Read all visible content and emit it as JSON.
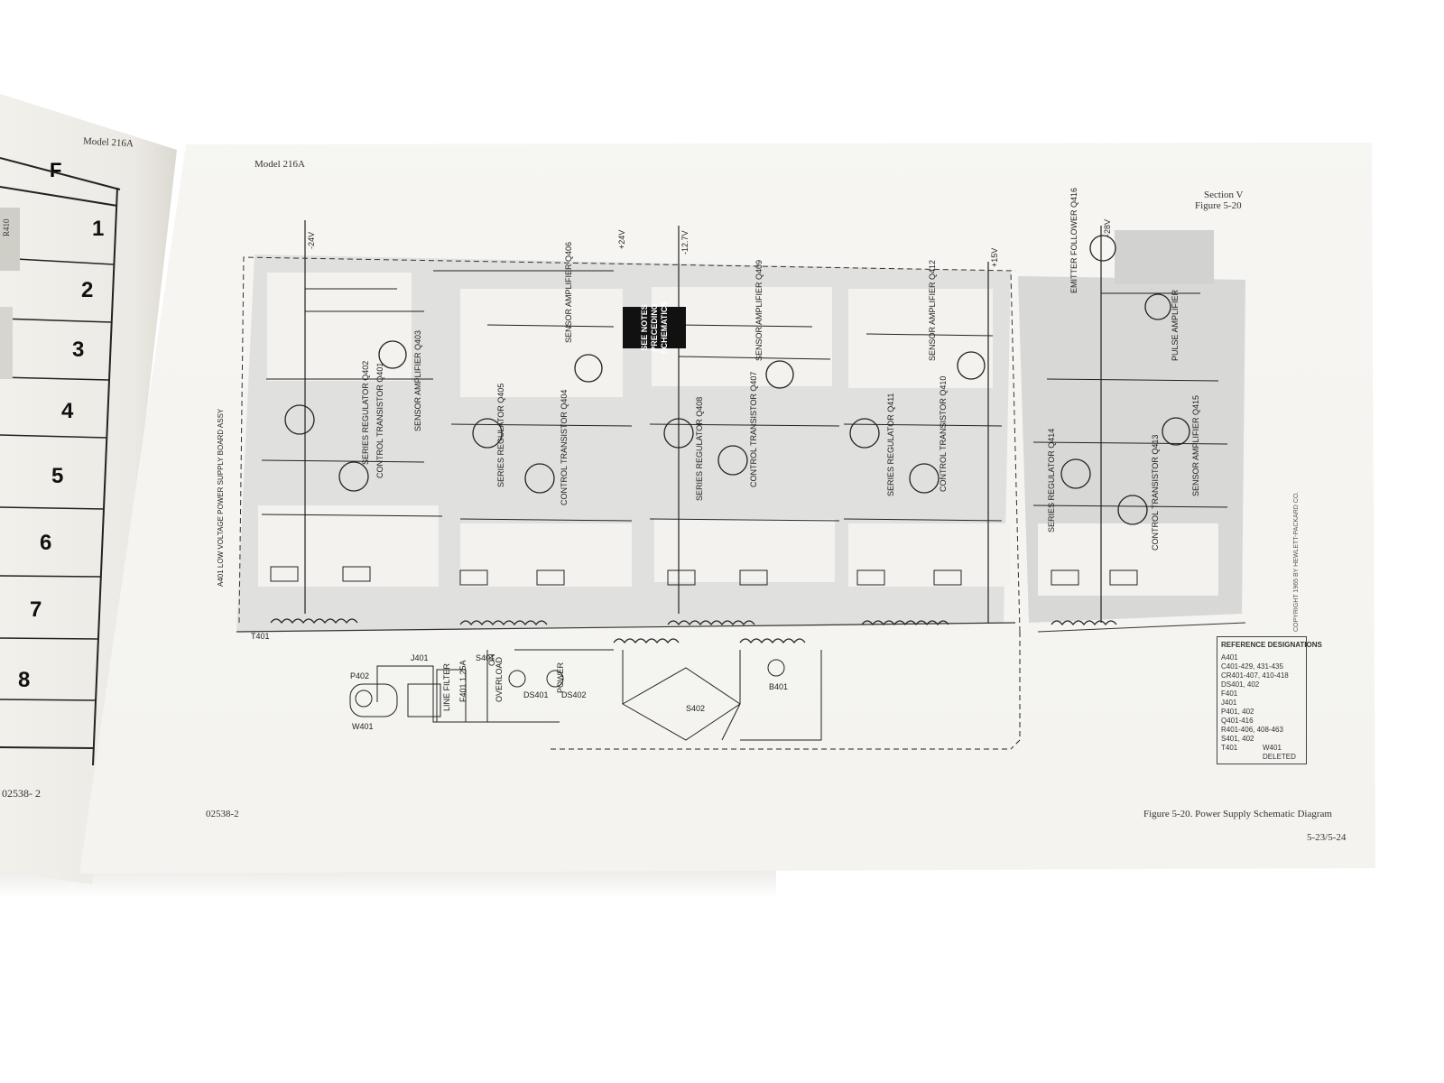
{
  "left_page": {
    "header": "Model 216A",
    "column_letter": "F",
    "row_numbers": [
      "1",
      "2",
      "3",
      "4",
      "5",
      "6",
      "7",
      "8"
    ],
    "part_label": "R410",
    "footer": "02538- 2"
  },
  "right_page": {
    "header_left": "Model 216A",
    "header_right_line1": "Section V",
    "header_right_line2": "Figure 5-20",
    "footer_left": "02538-2",
    "caption": "Figure 5-20. Power Supply Schematic Diagram",
    "page_number": "5-23/5-24",
    "notice": "SEE NOTES PRECEDING SCHEMATICS",
    "board_label": "A401 LOW VOLTAGE POWER SUPPLY BOARD ASSY",
    "copyright": "COPYRIGHT 1965 BY HEWLETT-PACKARD CO."
  },
  "stages": [
    {
      "series": "SERIES REGULATOR Q402",
      "control": "CONTROL TRANSISTOR Q401",
      "sensor": "SENSOR AMPLIFIER Q403",
      "rail": "-24V"
    },
    {
      "series": "SERIES REGULATOR Q405",
      "control": "CONTROL TRANSISTOR Q404",
      "sensor": "SENSOR AMPLIFIER Q406",
      "rail": "+24V"
    },
    {
      "series": "SERIES REGULATOR Q408",
      "control": "CONTROL TRANSISTOR Q407",
      "sensor": "SENSOR AMPLIFIER Q409",
      "rail": "-12.7V"
    },
    {
      "series": "SERIES REGULATOR Q411",
      "control": "CONTROL TRANSISTOR Q410",
      "sensor": "SENSOR AMPLIFIER Q412",
      "rail": "+15V"
    },
    {
      "series": "SERIES REGULATOR Q414",
      "control": "CONTROL TRANSISTOR Q413",
      "sensor": "SENSOR AMPLIFIER Q415",
      "rail": "-28V"
    }
  ],
  "extra_blocks": {
    "emitter_follower": "EMITTER FOLLOWER Q416",
    "pulse_amplifier": "PULSE AMPLIFIER",
    "line_filter": "LINE FILTER",
    "fuse": "F401 1.25A",
    "overload": "OVERLOAD",
    "power": "POWER",
    "on": "ON"
  },
  "input_parts": [
    "P402",
    "J401",
    "S401",
    "DS401",
    "DS402",
    "S402",
    "B401",
    "T401",
    "W401"
  ],
  "reference_designations": {
    "title": "REFERENCE DESIGNATIONS",
    "lines": [
      "A401",
      "C401-429, 431-435",
      "CR401-407, 410-418",
      "DS401, 402",
      "F401",
      "J401",
      "P401, 402",
      "Q401-416",
      "R401-406, 408-463",
      "S401, 402",
      "T401",
      "W401",
      "DELETED"
    ]
  },
  "colors": {
    "paper": "#f4f3ef",
    "shading": "#dcdcdc",
    "ink": "#222222"
  }
}
